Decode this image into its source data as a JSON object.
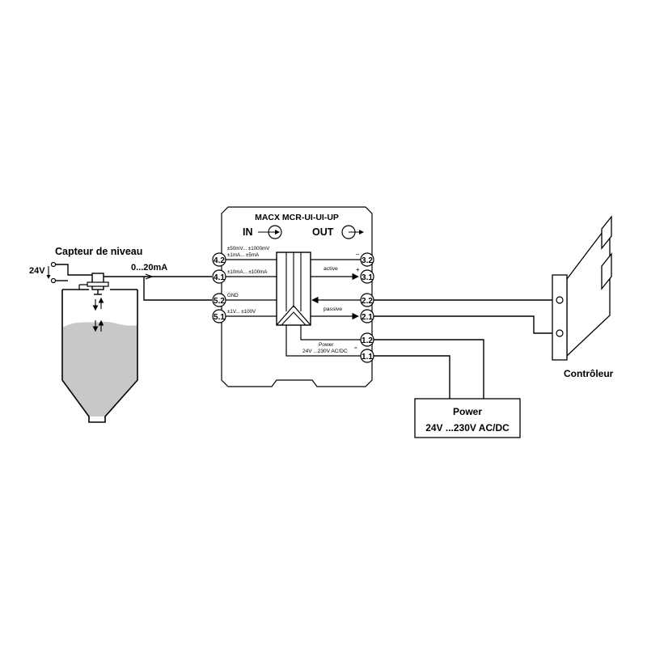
{
  "device": {
    "title": "MACX MCR-UI-UI-UP",
    "in_label": "IN",
    "out_label": "OUT"
  },
  "sensor": {
    "title": "Capteur de niveau",
    "supply": "24V",
    "signal": "0...20mA"
  },
  "inputs": {
    "range_mv": "±50mV... ±1000mV",
    "range_ma_small": "±1mA... ±5mA",
    "range_ma_large": "±10mA... ±100mA",
    "gnd": "GND",
    "range_v": "±1V... ±100V"
  },
  "outputs": {
    "minus": "–",
    "plus": "+",
    "active": "active",
    "passive": "passive",
    "power": "Power",
    "power_range": "24V ...230V AC/DC",
    "tilde": "≈"
  },
  "terminals": {
    "t42": "4.2",
    "t41": "4.1",
    "t52": "5.2",
    "t51": "5.1",
    "t32": "3.2",
    "t31": "3.1",
    "t22": "2.2",
    "t21": "2.1",
    "t12": "1.2",
    "t11": "1.1"
  },
  "power_supply": {
    "title": "Power",
    "range": "24V ...230V AC/DC"
  },
  "controller": {
    "label": "Contrôleur"
  },
  "colors": {
    "line": "#000000",
    "liquid": "#c8c8c8",
    "box_border": "#000000"
  }
}
